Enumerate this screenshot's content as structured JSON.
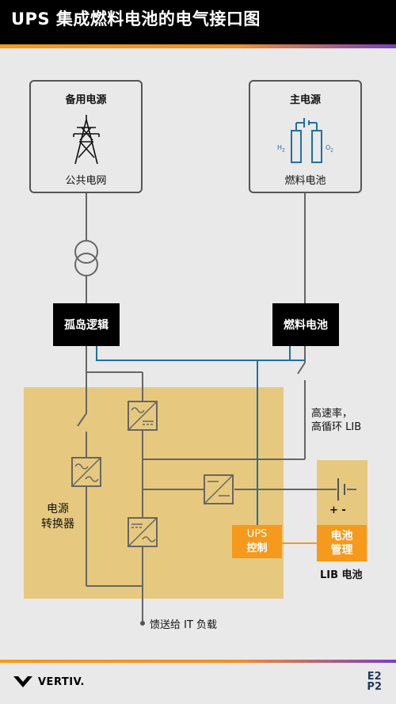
{
  "header": {
    "title": "UPS 集成燃料电池的电气接口图"
  },
  "colors": {
    "accent_start": "#f59a1c",
    "accent_end": "#7b3fbf",
    "panel": "#e6c97e",
    "line_blue": "#1f6fa8",
    "orange": "#f59a1c"
  },
  "backup_source": {
    "title": "备用电源",
    "subtitle": "公共电网",
    "icon": "power-tower-icon"
  },
  "main_source": {
    "title": "主电源",
    "subtitle": "燃料电池",
    "icon": "fuel-cell-icon",
    "h2_label": "H",
    "h2_sub": "2",
    "o2_label": "O",
    "o2_sub": "2"
  },
  "islanding_label": "孤岛逻辑",
  "fuel_cell_label": "燃料电池",
  "high_rate_label": {
    "line1": "高速率，",
    "line2": "高循环 LIB"
  },
  "converter_label": {
    "line1": "电源",
    "line2": "转换器"
  },
  "battery_polarity": "+ -",
  "ups_control": {
    "line1": "UPS",
    "line2": "控制"
  },
  "battery_mgmt": {
    "line1": "电池",
    "line2": "管理"
  },
  "lib_battery_label": "LIB 电池",
  "feed_label": "馈送给 IT 负载",
  "footer": {
    "brand": "VERTIV.",
    "code_top": "E2",
    "code_bottom": "P2"
  }
}
